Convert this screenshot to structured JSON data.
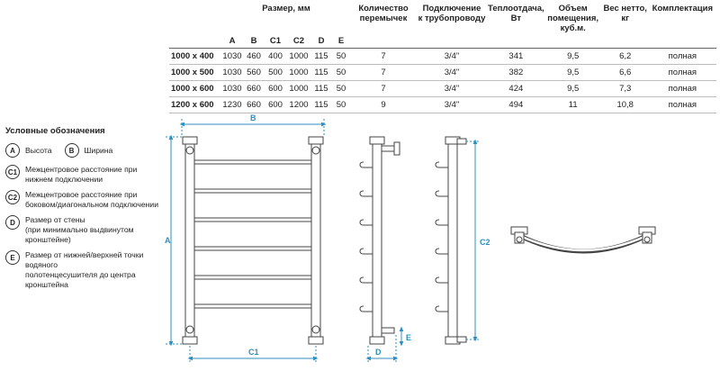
{
  "table": {
    "size_group_label": "Размер, мм",
    "dimension_columns": [
      "A",
      "B",
      "C1",
      "C2",
      "D",
      "E"
    ],
    "columns": [
      {
        "key": "bridges",
        "label1": "Количество",
        "label2": "перемычек"
      },
      {
        "key": "connection",
        "label1": "Подключение",
        "label2": "к трубопроводу"
      },
      {
        "key": "heat",
        "label1": "Теплоотдача,",
        "label2": "Вт"
      },
      {
        "key": "room",
        "label1": "Объем",
        "label2": "помещения,",
        "label3": "куб.м."
      },
      {
        "key": "weight",
        "label1": "Вес нетто,",
        "label2": "кг"
      },
      {
        "key": "kit",
        "label1": "Комплектация",
        "label2": ""
      }
    ],
    "rows": [
      {
        "model": "1000 x 400",
        "A": "1030",
        "B": "460",
        "C1": "400",
        "C2": "1000",
        "D": "115",
        "E": "50",
        "bridges": "7",
        "connection": "3/4\"",
        "heat": "341",
        "room": "9,5",
        "weight": "6,2",
        "kit": "полная"
      },
      {
        "model": "1000 x 500",
        "A": "1030",
        "B": "560",
        "C1": "500",
        "C2": "1000",
        "D": "115",
        "E": "50",
        "bridges": "7",
        "connection": "3/4\"",
        "heat": "382",
        "room": "9,5",
        "weight": "6,6",
        "kit": "полная"
      },
      {
        "model": "1000 x 600",
        "A": "1030",
        "B": "660",
        "C1": "600",
        "C2": "1000",
        "D": "115",
        "E": "50",
        "bridges": "7",
        "connection": "3/4\"",
        "heat": "424",
        "room": "9,5",
        "weight": "7,3",
        "kit": "полная"
      },
      {
        "model": "1200 x 600",
        "A": "1230",
        "B": "660",
        "C1": "600",
        "C2": "1200",
        "D": "115",
        "E": "50",
        "bridges": "9",
        "connection": "3/4\"",
        "heat": "494",
        "room": "11",
        "weight": "10,8",
        "kit": "полная"
      }
    ]
  },
  "legend": {
    "title": "Условные обозначения",
    "a_symbol": "A",
    "a_text": "Высота",
    "b_symbol": "B",
    "b_text": "Ширина",
    "items": [
      {
        "symbol": "C1",
        "line1": "Межцентровое расстояние при",
        "line2": "нижнем подключении"
      },
      {
        "symbol": "C2",
        "line1": "Межцентровое расстояние при",
        "line2": "боковом/диагональном подключении"
      },
      {
        "symbol": "D",
        "line1": "Размер от стены",
        "line2": "(при минимально выдвинутом кронштейне)"
      },
      {
        "symbol": "E",
        "line1": "Размер от нижней/верхней точки водяного",
        "line2": "полотенцесушителя до центра кронштейна"
      }
    ]
  },
  "drawing_labels": {
    "A": "A",
    "B": "B",
    "C1": "C1",
    "C2": "C2",
    "D": "D",
    "E": "E"
  },
  "colors": {
    "dimension_line": "#2d8fbf",
    "outline": "#444444"
  }
}
